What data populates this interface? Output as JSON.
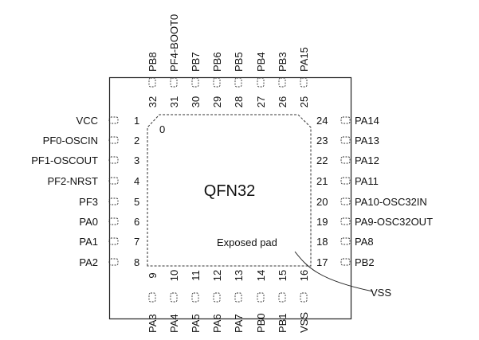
{
  "package": {
    "title": "QFN32",
    "pad_label": "Exposed pad",
    "pad_pin": "VSS",
    "corner_marker": "0"
  },
  "pins": {
    "left": [
      {
        "num": "1",
        "name": "VCC"
      },
      {
        "num": "2",
        "name": "PF0-OSCIN"
      },
      {
        "num": "3",
        "name": "PF1-OSCOUT"
      },
      {
        "num": "4",
        "name": "PF2-NRST"
      },
      {
        "num": "5",
        "name": "PF3"
      },
      {
        "num": "6",
        "name": "PA0"
      },
      {
        "num": "7",
        "name": "PA1"
      },
      {
        "num": "8",
        "name": "PA2"
      }
    ],
    "bottom": [
      {
        "num": "9",
        "name": "PA3"
      },
      {
        "num": "10",
        "name": "PA4"
      },
      {
        "num": "11",
        "name": "PA5"
      },
      {
        "num": "12",
        "name": "PA6"
      },
      {
        "num": "13",
        "name": "PA7"
      },
      {
        "num": "14",
        "name": "PB0"
      },
      {
        "num": "15",
        "name": "PB1"
      },
      {
        "num": "16",
        "name": "VSS"
      }
    ],
    "right": [
      {
        "num": "17",
        "name": "PB2"
      },
      {
        "num": "18",
        "name": "PA8"
      },
      {
        "num": "19",
        "name": "PA9-OSC32OUT"
      },
      {
        "num": "20",
        "name": "PA10-OSC32IN"
      },
      {
        "num": "21",
        "name": "PA11"
      },
      {
        "num": "22",
        "name": "PA12"
      },
      {
        "num": "23",
        "name": "PA13"
      },
      {
        "num": "24",
        "name": "PA14"
      }
    ],
    "top": [
      {
        "num": "25",
        "name": "PA15"
      },
      {
        "num": "26",
        "name": "PB3"
      },
      {
        "num": "27",
        "name": "PB4"
      },
      {
        "num": "28",
        "name": "PB5"
      },
      {
        "num": "29",
        "name": "PB6"
      },
      {
        "num": "30",
        "name": "PB7"
      },
      {
        "num": "31",
        "name": "PF4-BOOT0"
      },
      {
        "num": "32",
        "name": "PB8"
      }
    ]
  }
}
